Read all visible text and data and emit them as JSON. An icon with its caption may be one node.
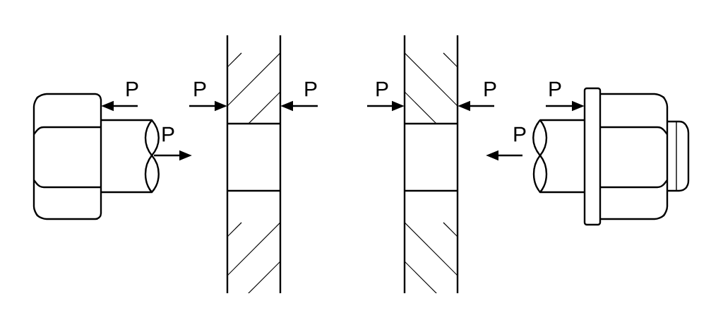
{
  "diagram": {
    "labels": [
      "P",
      "P",
      "P",
      "P",
      "P",
      "P",
      "P",
      "P"
    ]
  }
}
